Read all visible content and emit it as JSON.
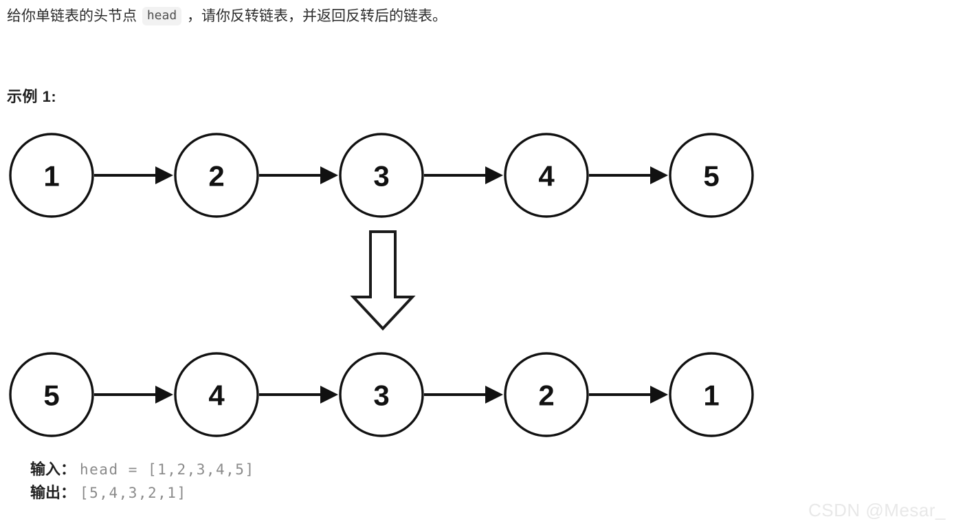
{
  "statement": {
    "before": "给你单链表的头节点",
    "code": "head",
    "after": "，请你反转链表，并返回反转后的链表。"
  },
  "example_heading": "示例 1:",
  "diagram": {
    "top_row": {
      "label": "original-linked-list",
      "nodes": [
        "1",
        "2",
        "3",
        "4",
        "5"
      ]
    },
    "bottom_row": {
      "label": "reversed-linked-list",
      "nodes": [
        "5",
        "4",
        "3",
        "2",
        "1"
      ]
    },
    "transform_arrow": "down-block-arrow"
  },
  "io": {
    "input_label": "输入：",
    "input_value": "head = [1,2,3,4,5]",
    "output_label": "输出：",
    "output_value": "[5,4,3,2,1]"
  },
  "watermark": "CSDN @Mesar_",
  "colors": {
    "background": "#ffffff",
    "text": "#2b2b2b",
    "stroke": "#111111",
    "chip_background": "#f2f2f2",
    "chip_text": "#4f4f4f",
    "value_text": "#8a8a8a",
    "watermark": "#e8e8e8"
  }
}
